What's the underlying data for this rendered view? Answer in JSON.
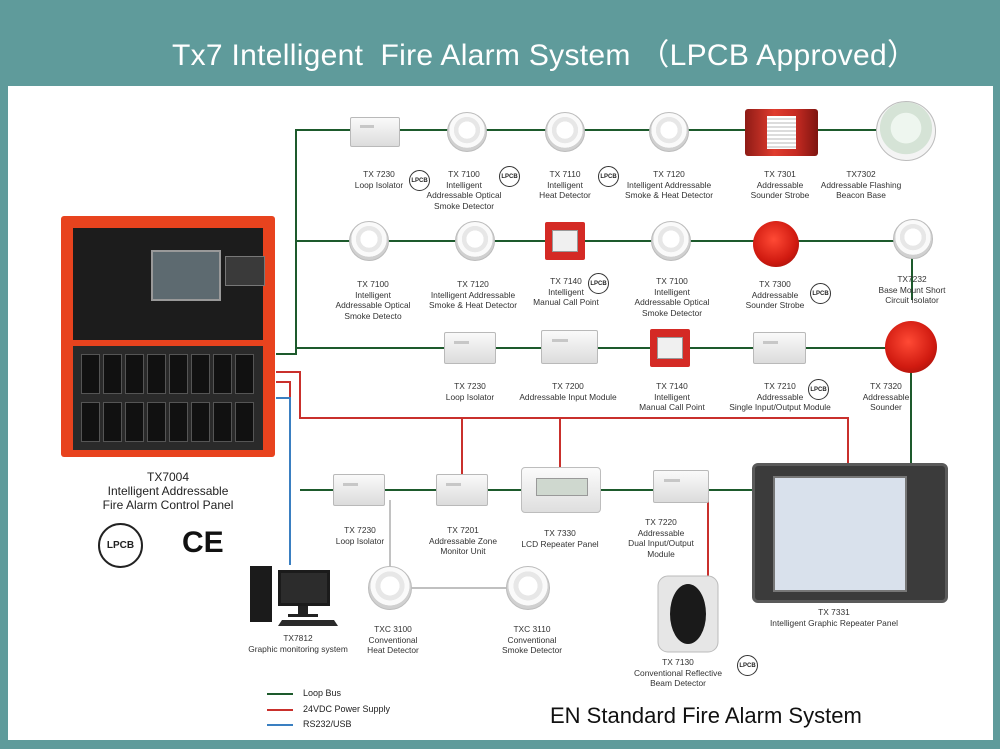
{
  "title": "Tx7 Intelligent  Fire Alarm System （LPCB Approved）",
  "footer": "EN Standard Fire Alarm System",
  "colors": {
    "loop_bus": "#1d5a2c",
    "power": "#c9302c",
    "rs232": "#3a7fc1",
    "background": "#5f9b9b"
  },
  "control_panel": {
    "lines": [
      "TX7004",
      "Intelligent Addressable",
      "Fire Alarm Control Panel"
    ],
    "lpcb_badge": "LPCB",
    "ce_mark": "CE"
  },
  "badge_text": "LPCB",
  "devices": {
    "r1_isolator": {
      "lines": [
        "TX 7230",
        "Loop Isolator"
      ]
    },
    "r1_optical": {
      "lines": [
        "TX 7100",
        "Intelligent",
        "Addressable Optical",
        "Smoke Detector"
      ]
    },
    "r1_heat": {
      "lines": [
        "TX 7110",
        "Intelligent",
        "Heat Detector"
      ]
    },
    "r1_smoke_heat": {
      "lines": [
        "TX 7120",
        "Intelligent Addressable",
        "Smoke & Heat Detector"
      ]
    },
    "r1_sounder_strobe": {
      "lines": [
        "TX 7301",
        "Addressable",
        "Sounder Strobe"
      ]
    },
    "r1_beacon": {
      "lines": [
        "TX7302",
        "Addressable Flashing",
        "Beacon Base"
      ]
    },
    "r2_optical": {
      "lines": [
        "TX 7100",
        "Intelligent",
        "Addressable Optical",
        "Smoke Detecto"
      ]
    },
    "r2_smoke_heat": {
      "lines": [
        "TX 7120",
        "Intelligent Addressable",
        "Smoke & Heat Detector"
      ]
    },
    "r2_mcp": {
      "lines": [
        "TX 7140",
        "Intelligent",
        "Manual Call Point"
      ]
    },
    "r2_optical2": {
      "lines": [
        "TX 7100",
        "Intelligent",
        "Addressable Optical",
        "Smoke Detector"
      ]
    },
    "r2_sounder_strobe": {
      "lines": [
        "TX 7300",
        "Addressable",
        "Sounder Strobe"
      ]
    },
    "r2_base_isolator": {
      "lines": [
        "TX7232",
        "Base Mount Short",
        "Circuit Isolator"
      ]
    },
    "r3_isolator": {
      "lines": [
        "TX 7230",
        "Loop Isolator"
      ]
    },
    "r3_input": {
      "lines": [
        "TX 7200",
        "Addressable Input Module"
      ]
    },
    "r3_mcp": {
      "lines": [
        "TX 7140",
        "Intelligent",
        "Manual Call Point"
      ]
    },
    "r3_io": {
      "lines": [
        "TX 7210",
        "Addressable",
        "Single Input/Output Module"
      ]
    },
    "r3_sounder": {
      "lines": [
        "TX 7320",
        "Addressable",
        "Sounder"
      ]
    },
    "r4_isolator": {
      "lines": [
        "TX 7230",
        "Loop Isolator"
      ]
    },
    "r4_zone": {
      "lines": [
        "TX 7201",
        "Addressable Zone",
        "Monitor Unit"
      ]
    },
    "r4_lcd": {
      "lines": [
        "TX 7330",
        "LCD Repeater Panel"
      ]
    },
    "r4_dual_io": {
      "lines": [
        "TX 7220",
        "Addressable",
        "Dual Input/Output",
        "Module"
      ]
    },
    "graphic_repeater": {
      "lines": [
        "TX 7331",
        "Intelligent Graphic Repeater Panel"
      ]
    },
    "pc": {
      "lines": [
        "TX7812",
        "Graphic monitoring system"
      ]
    },
    "conv_heat": {
      "lines": [
        "TXC 3100",
        "Conventional",
        "Heat Detector"
      ]
    },
    "conv_smoke": {
      "lines": [
        "TXC 3110",
        "Conventional",
        "Smoke Detector"
      ]
    },
    "beam": {
      "lines": [
        "TX 7130",
        "Conventional Reflective",
        "Beam Detector"
      ]
    }
  },
  "legend": [
    {
      "label": "Loop Bus",
      "color": "#1d5a2c"
    },
    {
      "label": "24VDC Power Supply",
      "color": "#c9302c"
    },
    {
      "label": "RS232/USB",
      "color": "#3a7fc1"
    }
  ]
}
